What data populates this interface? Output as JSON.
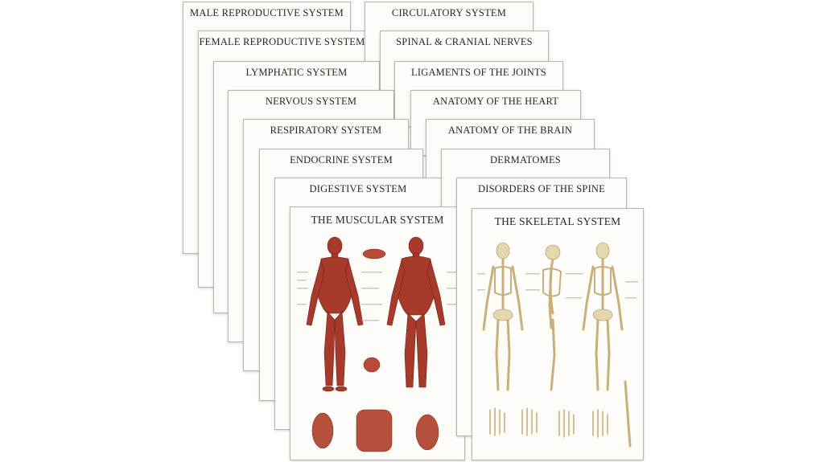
{
  "posters_left": [
    "MALE REPRODUCTIVE SYSTEM",
    "FEMALE REPRODUCTIVE SYSTEM",
    "LYMPHATIC SYSTEM",
    "NERVOUS SYSTEM",
    "RESPIRATORY SYSTEM",
    "ENDOCRINE SYSTEM",
    "DIGESTIVE SYSTEM",
    "THE MUSCULAR SYSTEM"
  ],
  "posters_right": [
    "CIRCULATORY SYSTEM",
    "SPINAL & CRANIAL NERVES",
    "LIGAMENTS OF THE JOINTS",
    "ANATOMY OF THE HEART",
    "ANATOMY OF THE BRAIN",
    "DERMATOMES",
    "DISORDERS OF THE SPINE",
    "THE SKELETAL SYSTEM"
  ],
  "colors": {
    "muscle": "#a83a2c",
    "bone": "#dcc79a",
    "paper": "#fdfcf9"
  }
}
